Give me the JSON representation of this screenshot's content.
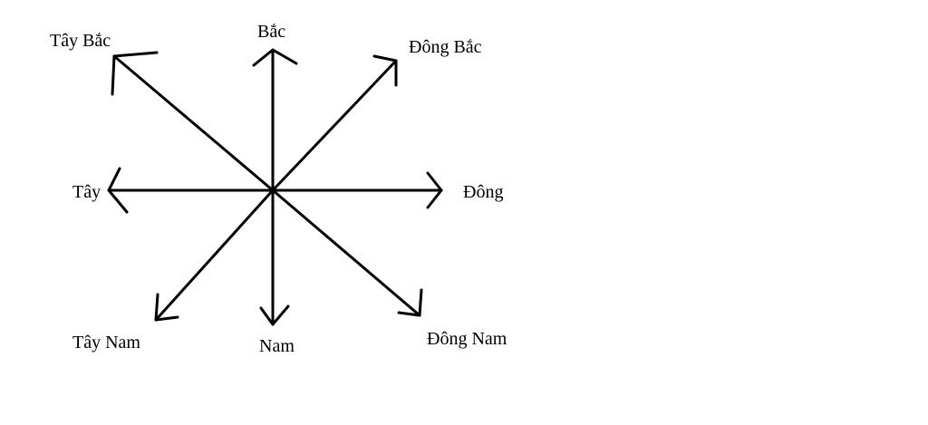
{
  "directions": {
    "north": "Bắc",
    "northeast": "Đông Bắc",
    "east": "Đông",
    "southeast": "Đông Nam",
    "south": "Nam",
    "southwest": "Tây Nam",
    "west": "Tây",
    "northwest": "Tây Bắc"
  },
  "colors": {
    "stroke": "#000000",
    "background": "#ffffff"
  }
}
